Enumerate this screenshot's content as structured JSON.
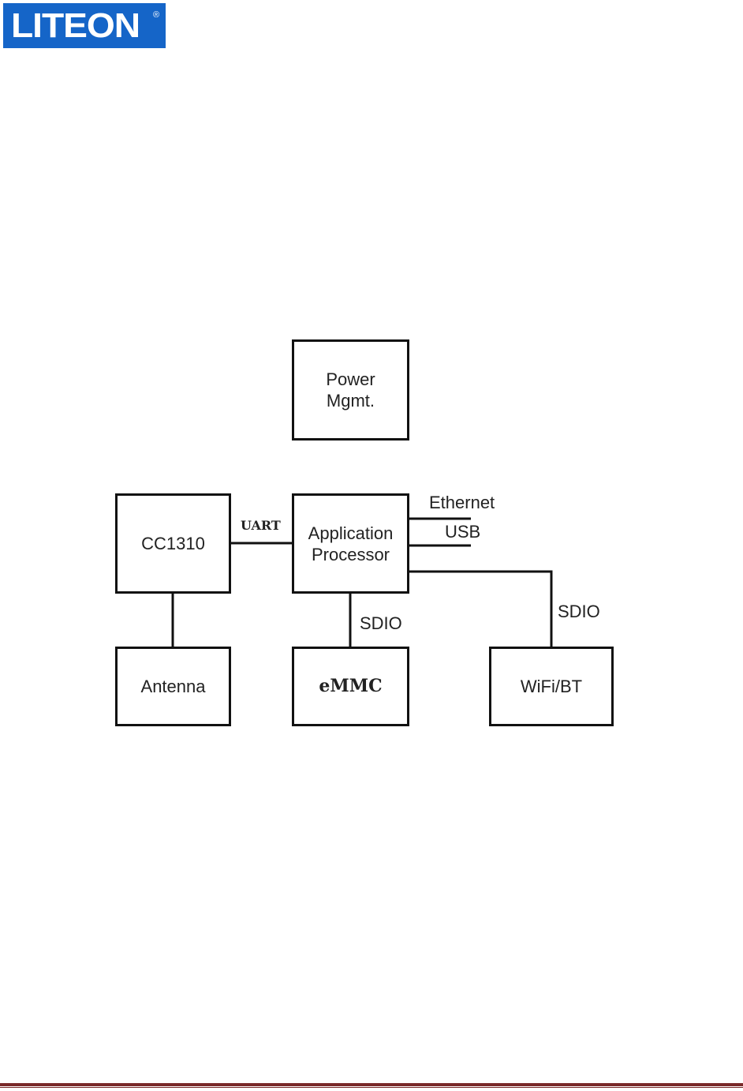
{
  "logo": {
    "text": "LITEON",
    "registered_mark": "®",
    "color": "#1565c8"
  },
  "diagram": {
    "blocks": {
      "power": "Power\nMgmt.",
      "cc1310": "CC1310",
      "app_processor": "Application\nProcessor",
      "antenna": "Antenna",
      "emmc": "eMMC",
      "wifi_bt": "WiFi/BT"
    },
    "connections": {
      "uart": "UART",
      "ethernet": "Ethernet",
      "usb": "USB",
      "sdio_emmc": "SDIO",
      "sdio_wifi": "SDIO"
    }
  },
  "footer": {
    "rule_color": "#7a2a2a"
  }
}
